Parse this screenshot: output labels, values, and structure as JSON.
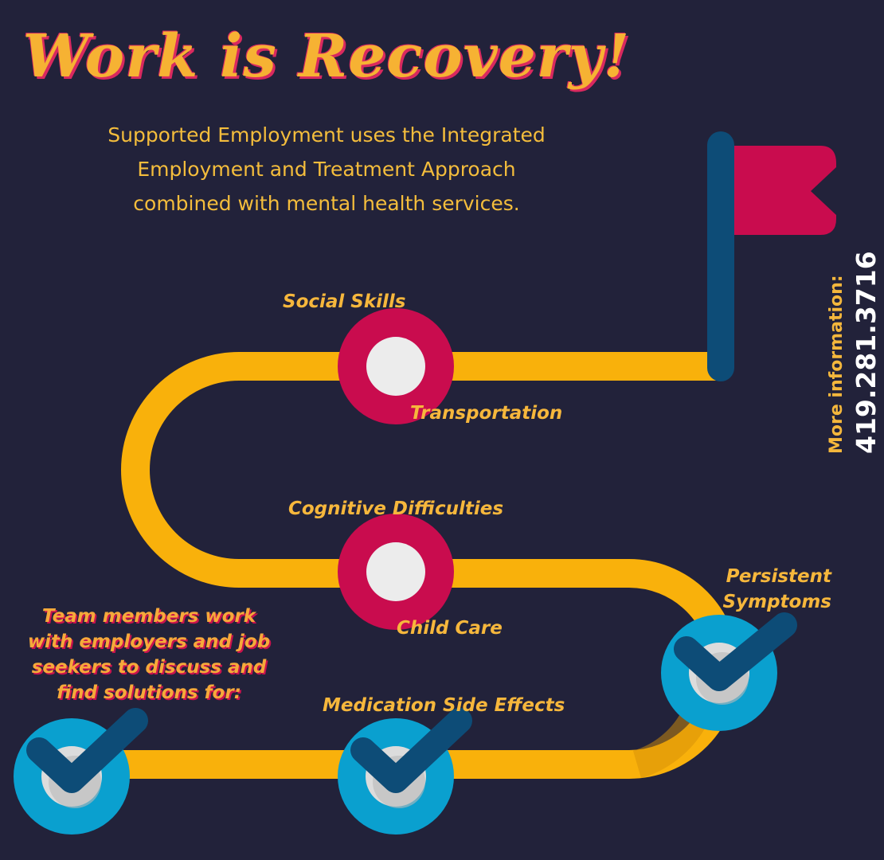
{
  "title": "Work is Recovery!",
  "subtitle_lines": [
    "Supported Employment uses the Integrated",
    "Employment and Treatment Approach",
    "combined with mental health services."
  ],
  "milestones": {
    "social_skills": "Social Skills",
    "transportation": "Transportation",
    "cognitive": "Cognitive Difficulties",
    "child_care": "Child Care",
    "persistent": [
      "Persistent",
      "Symptoms"
    ],
    "medication": "Medication Side Effects"
  },
  "team_lines": [
    "Team members work",
    "with employers and job",
    "seekers to discuss and",
    "find solutions for:"
  ],
  "contact": {
    "label": "More information:",
    "phone": "419.281.3716"
  },
  "colors": {
    "background": "#22223a",
    "road": "#f9b10b",
    "milestone": "#c90c4e",
    "check_ring": "#0aa0cf",
    "check_mark": "#0d4c77",
    "flag": "#c90c4e",
    "pole": "#0d4c77"
  },
  "icons": [
    "flag-icon",
    "checkmark-icon"
  ]
}
